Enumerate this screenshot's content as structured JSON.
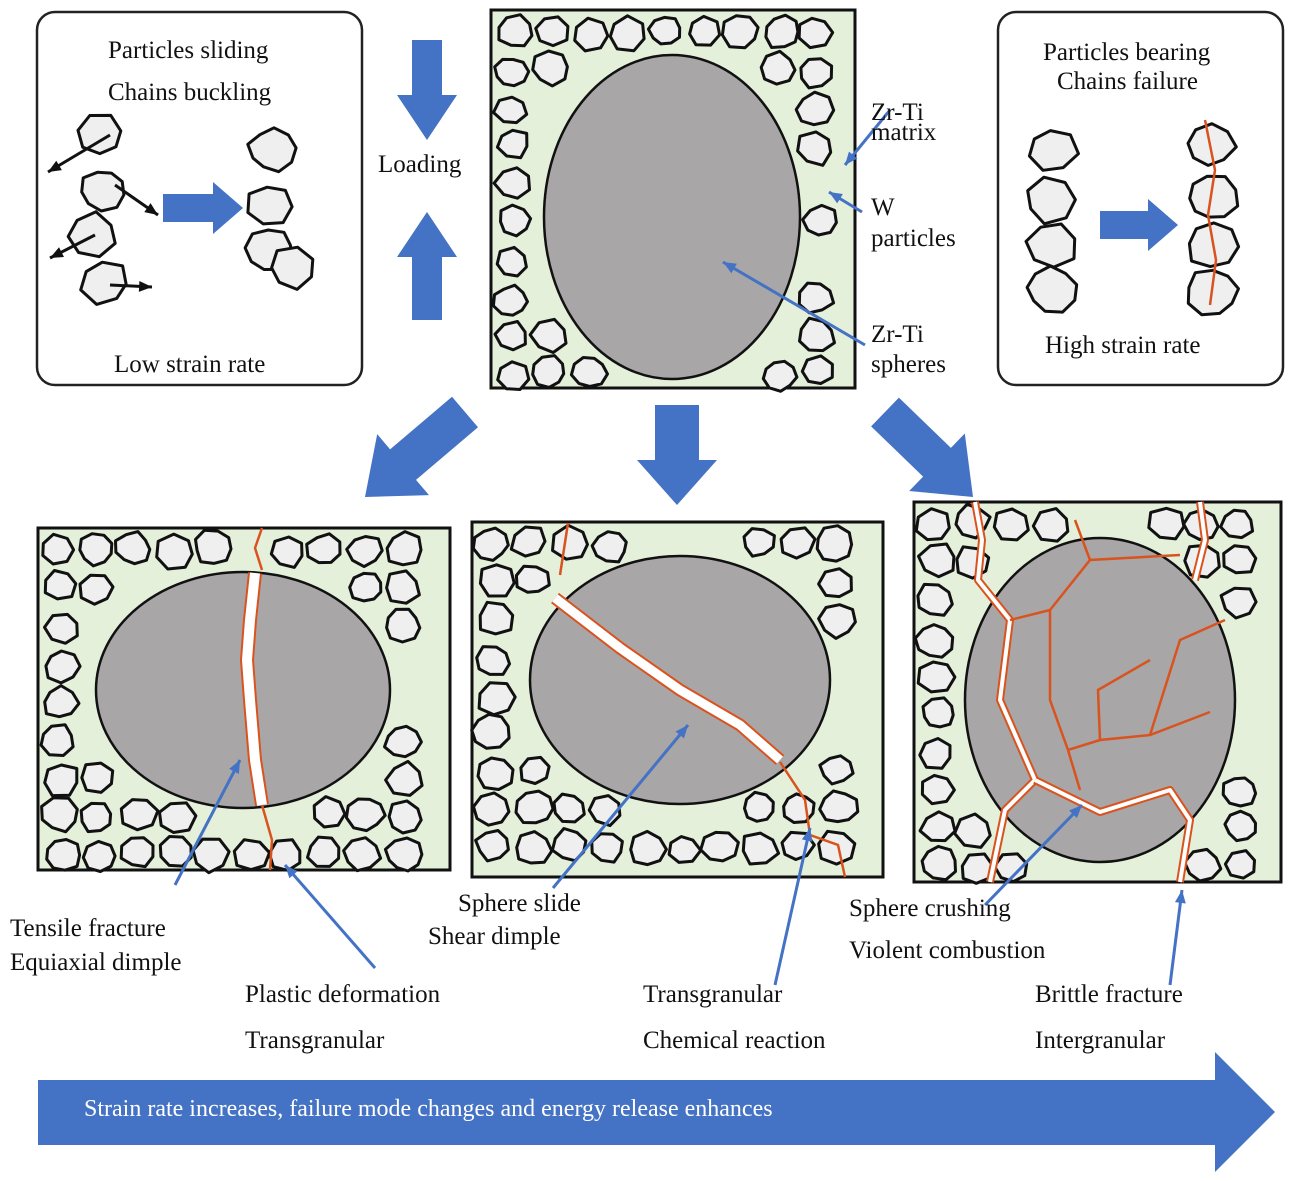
{
  "colors": {
    "arrow": "#4472c4",
    "matrix": "#e4f0da",
    "particle": "#efefef",
    "sphere": "#a9a6a7",
    "crack": "#d9531e"
  },
  "top_left": {
    "title1": "Particles sliding",
    "title2": "Chains buckling",
    "footer": "Low strain rate"
  },
  "loading": "Loading",
  "center_labels": {
    "matrix1": "Zr-Ti",
    "matrix2": "matrix",
    "w1": "W",
    "w2": "particles",
    "sph1": "Zr-Ti",
    "sph2": "spheres"
  },
  "top_right": {
    "title1": "Particles bearing",
    "title2": "Chains failure",
    "footer": "High strain rate"
  },
  "bottom": {
    "left": {
      "a1": "Tensile fracture",
      "a2": "Equiaxial dimple",
      "b1": "Plastic deformation",
      "b2": "Transgranular"
    },
    "middle": {
      "a1": "Sphere slide",
      "a2": "Shear dimple",
      "b1": "Transgranular",
      "b2": "Chemical reaction"
    },
    "right": {
      "a1": "Sphere crushing",
      "a2": "Violent combustion",
      "b1": "Brittle fracture",
      "b2": "Intergranular"
    }
  },
  "banner": "Strain rate increases, failure mode changes and energy release enhances"
}
